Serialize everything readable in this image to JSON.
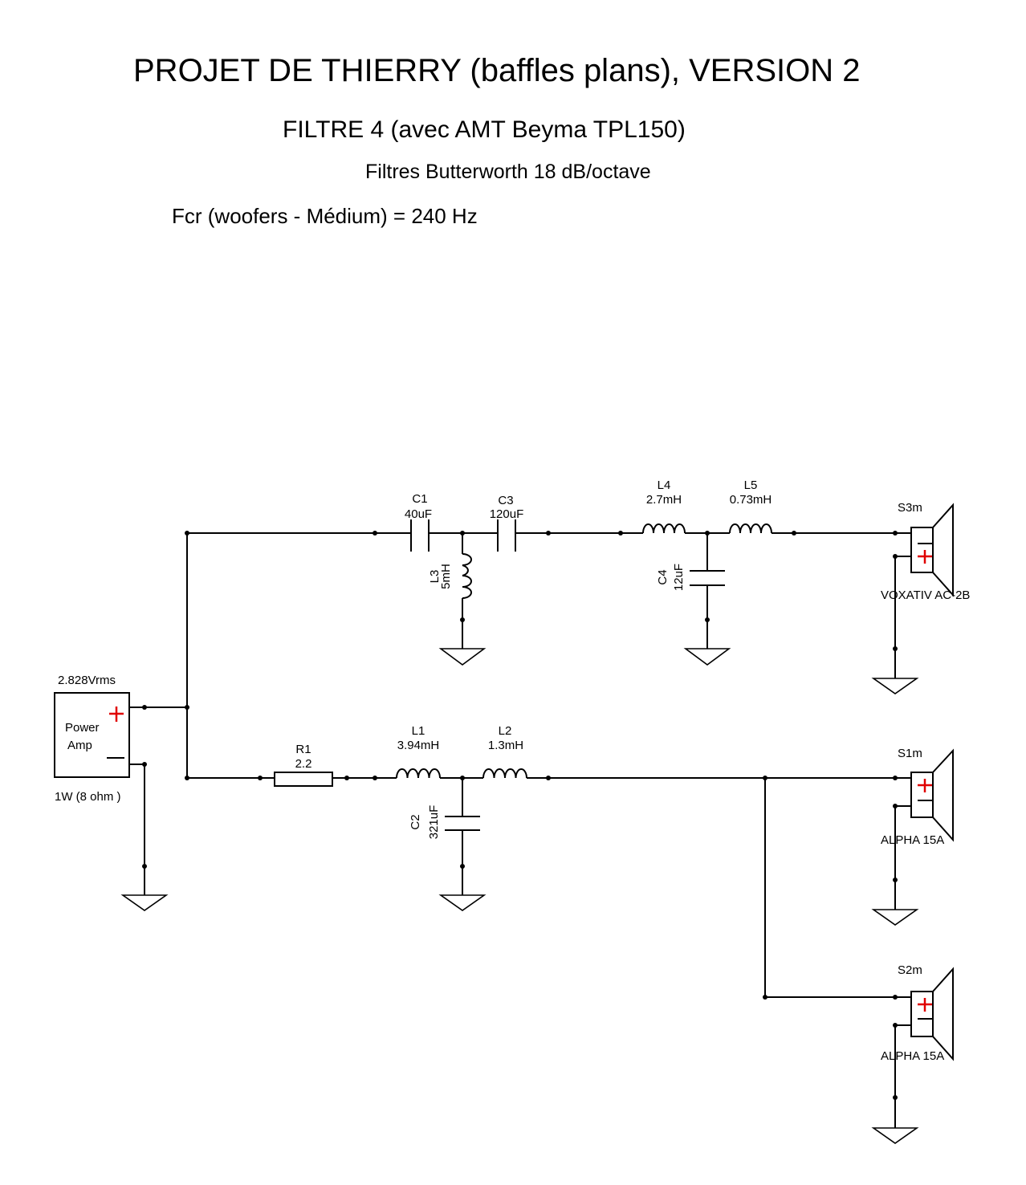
{
  "header": {
    "title": "PROJET DE THIERRY  (baffles plans), VERSION 2",
    "subtitle": "FILTRE 4 (avec AMT Beyma TPL150)",
    "filters": "Filtres Butterworth 18 dB/octave",
    "fcr": "Fcr (woofers - Médium) = 240 Hz"
  },
  "source": {
    "voltage": "2.828Vrms",
    "label_line1": "Power",
    "label_line2": "Amp",
    "power": "1W (8 ohm )"
  },
  "components": {
    "C1": {
      "ref": "C1",
      "value": "40uF"
    },
    "C3": {
      "ref": "C3",
      "value": "120uF"
    },
    "L3": {
      "ref": "L3",
      "value": "5mH"
    },
    "L4": {
      "ref": "L4",
      "value": "2.7mH"
    },
    "L5": {
      "ref": "L5",
      "value": "0.73mH"
    },
    "C4": {
      "ref": "C4",
      "value": "12uF"
    },
    "R1": {
      "ref": "R1",
      "value": "2.2"
    },
    "L1": {
      "ref": "L1",
      "value": "3.94mH"
    },
    "L2": {
      "ref": "L2",
      "value": "1.3mH"
    },
    "C2": {
      "ref": "C2",
      "value": "321uF"
    }
  },
  "speakers": {
    "S3m": {
      "ref": "S3m",
      "model": "VOXATIV AC-2B"
    },
    "S1m": {
      "ref": "S1m",
      "model": "ALPHA 15A"
    },
    "S2m": {
      "ref": "S2m",
      "model": "ALPHA 15A"
    }
  },
  "colors": {
    "wire": "#000000",
    "polarity_plus": "#e00000",
    "background": "#ffffff"
  }
}
